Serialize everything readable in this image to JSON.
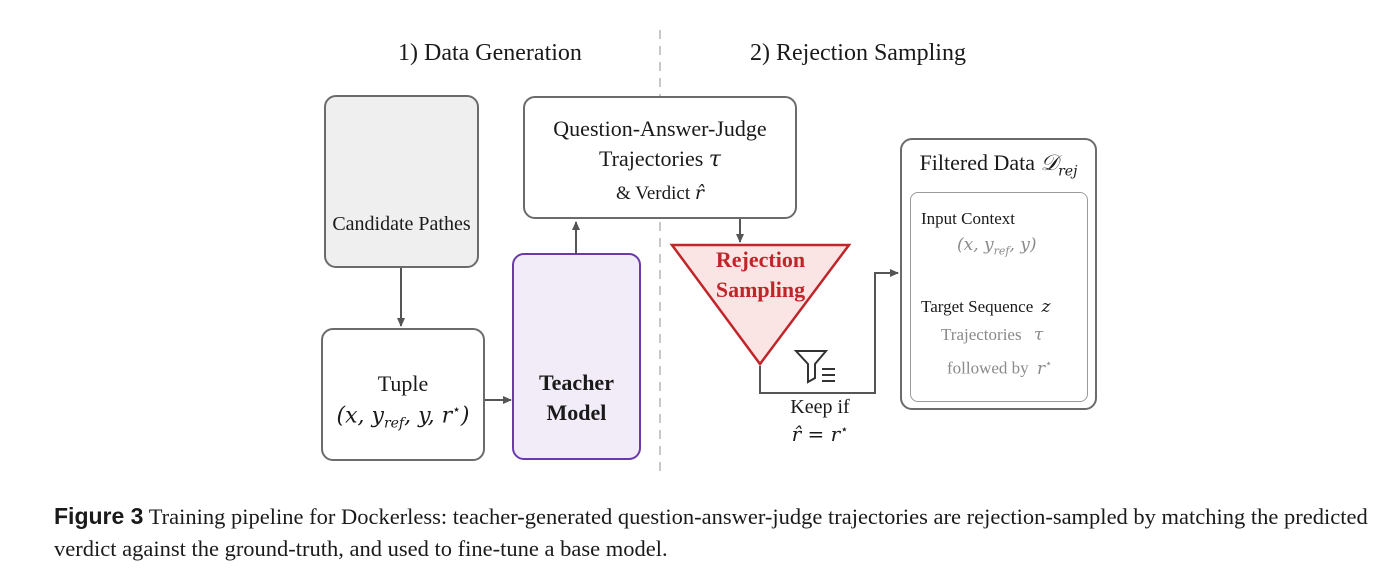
{
  "sections": {
    "data_generation": "1) Data Generation",
    "rejection_sampling": "2) Rejection Sampling"
  },
  "candidate": {
    "label": "Candidate Pathes",
    "icon": "database-icon"
  },
  "tuple": {
    "label": "Tuple",
    "formula": "(x, y_ref, y, r*)"
  },
  "qaj": {
    "line1": "Question-Answer-Judge",
    "line2": "Trajectories",
    "line2_symbol": "τ",
    "line3": "& Verdict",
    "line3_symbol": "r̂"
  },
  "teacher": {
    "line1": "Teacher",
    "line2": "Model",
    "icon": "atom-icon",
    "accent": "#6a3aa8",
    "fill": "#f1ecf8"
  },
  "rejection": {
    "line1": "Rejection",
    "line2": "Sampling",
    "accent": "#c0252a",
    "fill": "#fbe4e4"
  },
  "keep": {
    "line1": "Keep if",
    "formula": "r̂ = r*",
    "icon": "filter-icon"
  },
  "filtered": {
    "title": "Filtered Data",
    "title_symbol": "D_rej",
    "input_label": "Input Context",
    "input_formula": "(x, y_ref, y)",
    "target_label": "Target Sequence",
    "target_symbol": "z",
    "traj_label": "Trajectories",
    "traj_symbol": "τ",
    "followed_label": "followed by",
    "followed_symbol": "r*"
  },
  "caption": {
    "figure_label": "Figure 3",
    "text": "Training pipeline for Dockerless: teacher-generated question-answer-judge trajectories are rejection-sampled by matching the predicted verdict against the ground-truth, and used to fine-tune a base model."
  },
  "colors": {
    "box_border": "#6b6b6b",
    "candidate_fill": "#efefef",
    "arrow": "#555555",
    "divider": "#c8c8c8"
  }
}
